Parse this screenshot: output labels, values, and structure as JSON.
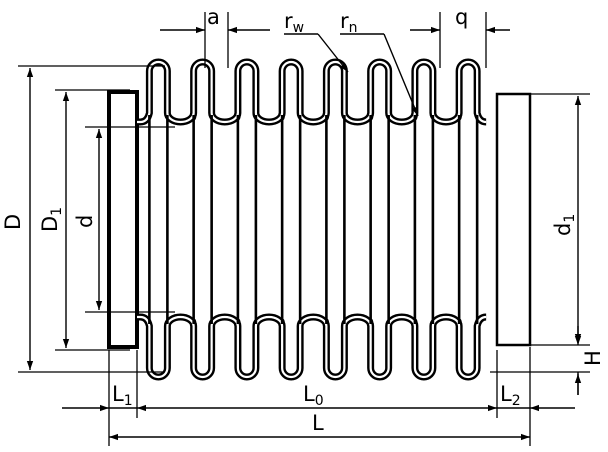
{
  "labels": {
    "a": "a",
    "rw_main": "r",
    "rw_sub": "w",
    "rn_main": "r",
    "rn_sub": "n",
    "q": "q",
    "D": "D",
    "D1_main": "D",
    "D1_sub": "1",
    "d": "d",
    "d1_main": "d",
    "d1_sub": "1",
    "H": "H",
    "L1_main": "L",
    "L1_sub": "1",
    "L0_main": "L",
    "L0_sub": "0",
    "L2_main": "L",
    "L2_sub": "2",
    "L": "L"
  },
  "colors": {
    "line": "#000000",
    "background": "#ffffff"
  },
  "convolution_count": 8
}
